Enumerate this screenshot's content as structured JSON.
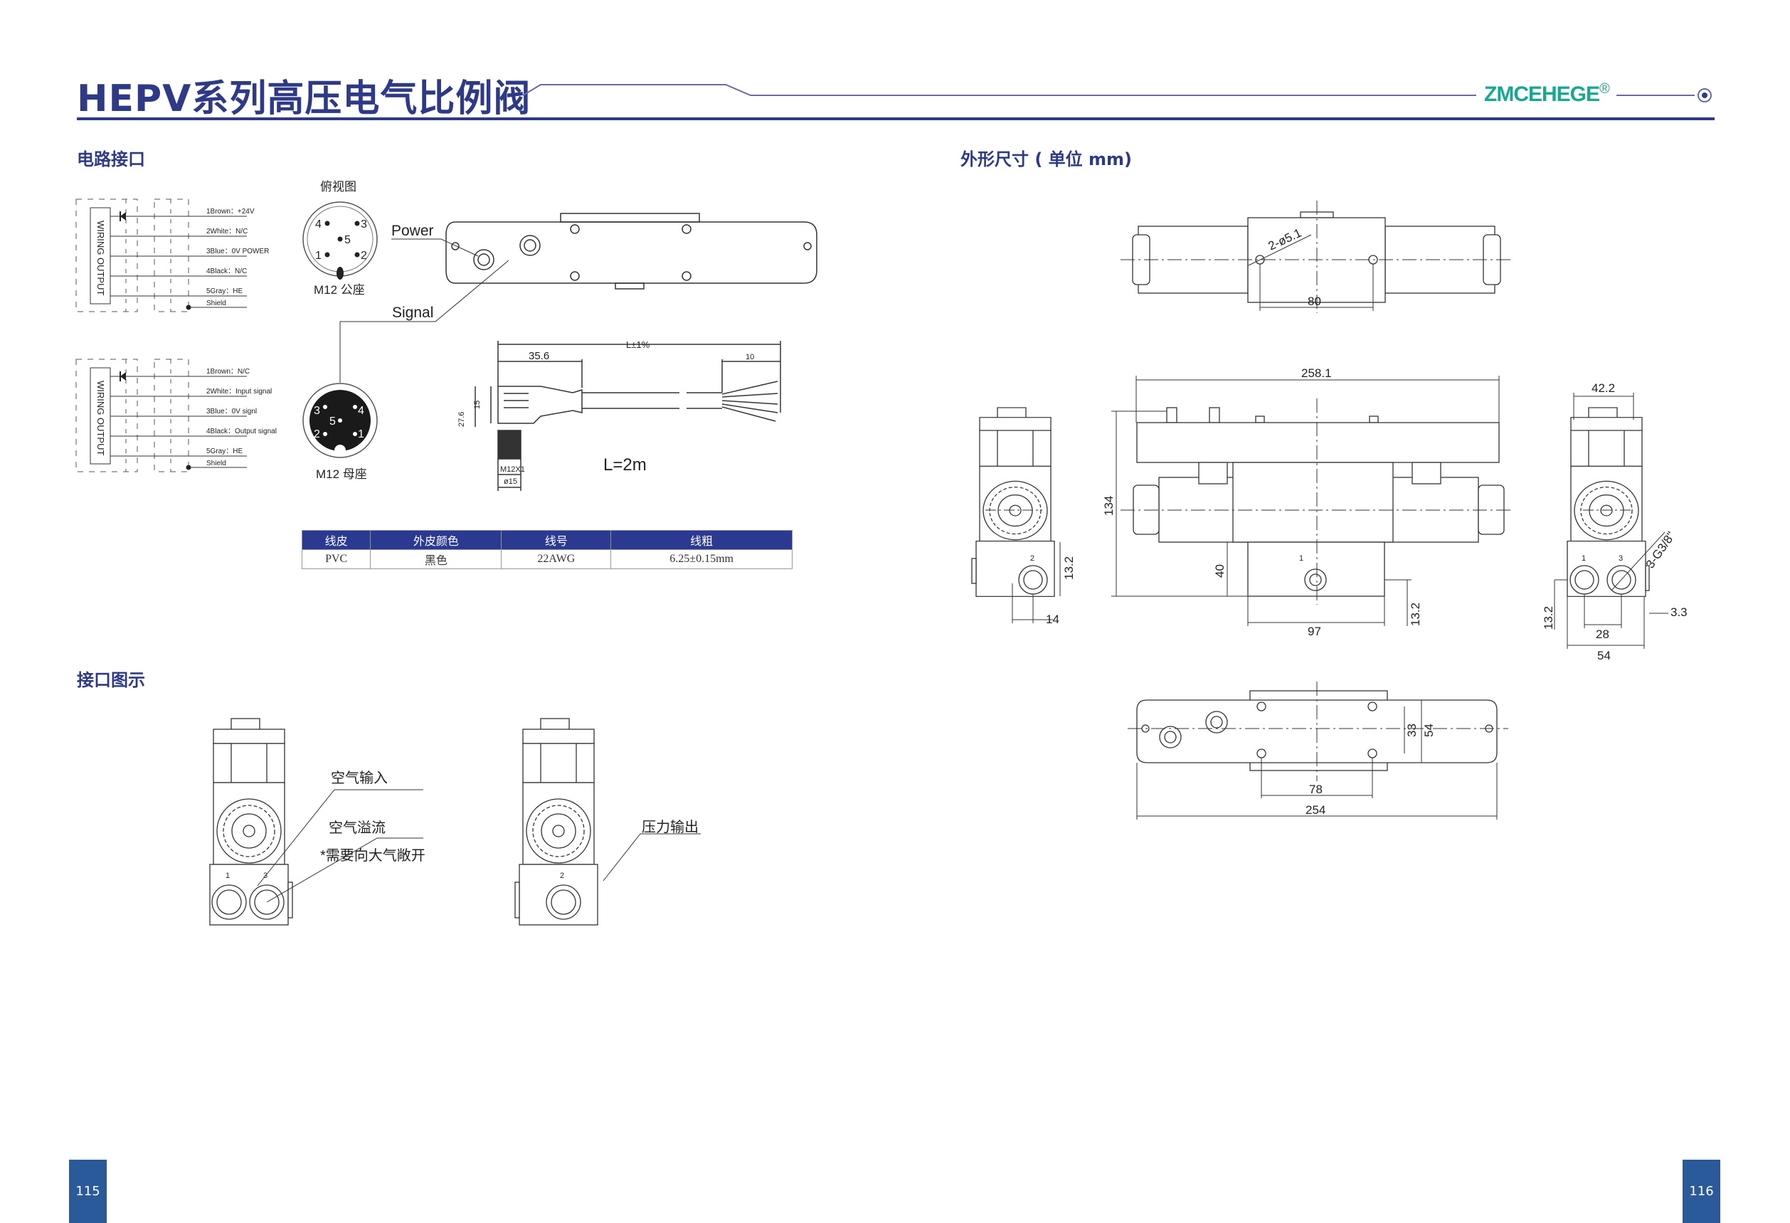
{
  "header": {
    "title": "HEPV系列高压电气比例阀",
    "brand": "ZMCEHEGE",
    "brand_mark": "®",
    "colors": {
      "primary": "#2e3a87",
      "brand": "#17a892"
    }
  },
  "sections": {
    "circuit": "电路接口",
    "dimensions": "外形尺寸 ( 单位 mm)",
    "ports": "接口图示"
  },
  "wiring": [
    {
      "box_label": "WIRING OUTPUT",
      "lines": [
        "1Brown：+24V",
        "2White：N/C",
        "3Blue：0V POWER",
        "4Black：N/C",
        "5Gray：HE",
        "Shield"
      ]
    },
    {
      "box_label": "WIRING OUTPUT",
      "lines": [
        "1Brown：N/C",
        "2White：Input signal",
        "3Blue：0V signl",
        "4Black：Output signal",
        "5Gray：HE",
        "Shield"
      ]
    }
  ],
  "connectors": {
    "top_view_label": "俯视图",
    "male_label": "M12 公座",
    "female_label": "M12 母座",
    "male_pins": [
      "4",
      "3",
      "5",
      "1",
      "2"
    ],
    "female_pins": [
      "3",
      "4",
      "5",
      "2",
      "1"
    ],
    "power": "Power",
    "signal": "Signal"
  },
  "cable": {
    "length_tol": "L±1%",
    "dim_356": "35.6",
    "dim_10": "10",
    "dim_15": "15",
    "dim_276": "27.6",
    "thread": "M12X1",
    "dia": "ø15",
    "length": "L=2m"
  },
  "cable_table": {
    "headers": [
      "线皮",
      "外皮颜色",
      "线号",
      "线粗"
    ],
    "row": [
      "PVC",
      "黑色",
      "22AWG",
      "6.25±0.15mm"
    ]
  },
  "port_callouts": {
    "air_in": "空气输入",
    "air_overflow": "空气溢流",
    "vent_note": "*需要向大气敞开",
    "pressure_out": "压力输出",
    "port_numbers": [
      "1",
      "3",
      "2"
    ]
  },
  "dims": {
    "holes": "2-ø5.1",
    "d80": "80",
    "d2581": "258.1",
    "d134": "134",
    "d40": "40",
    "d97": "97",
    "d132": "13.2",
    "d14": "14",
    "d422": "42.2",
    "thread": "3-G3/8\"",
    "d33": "3.3",
    "d28": "28",
    "d54": "54",
    "d78": "78",
    "d254": "254",
    "d33b": "33",
    "d54b": "54",
    "port1": "1",
    "port2": "2",
    "port3": "3"
  },
  "pages": {
    "left": "115",
    "right": "116"
  }
}
